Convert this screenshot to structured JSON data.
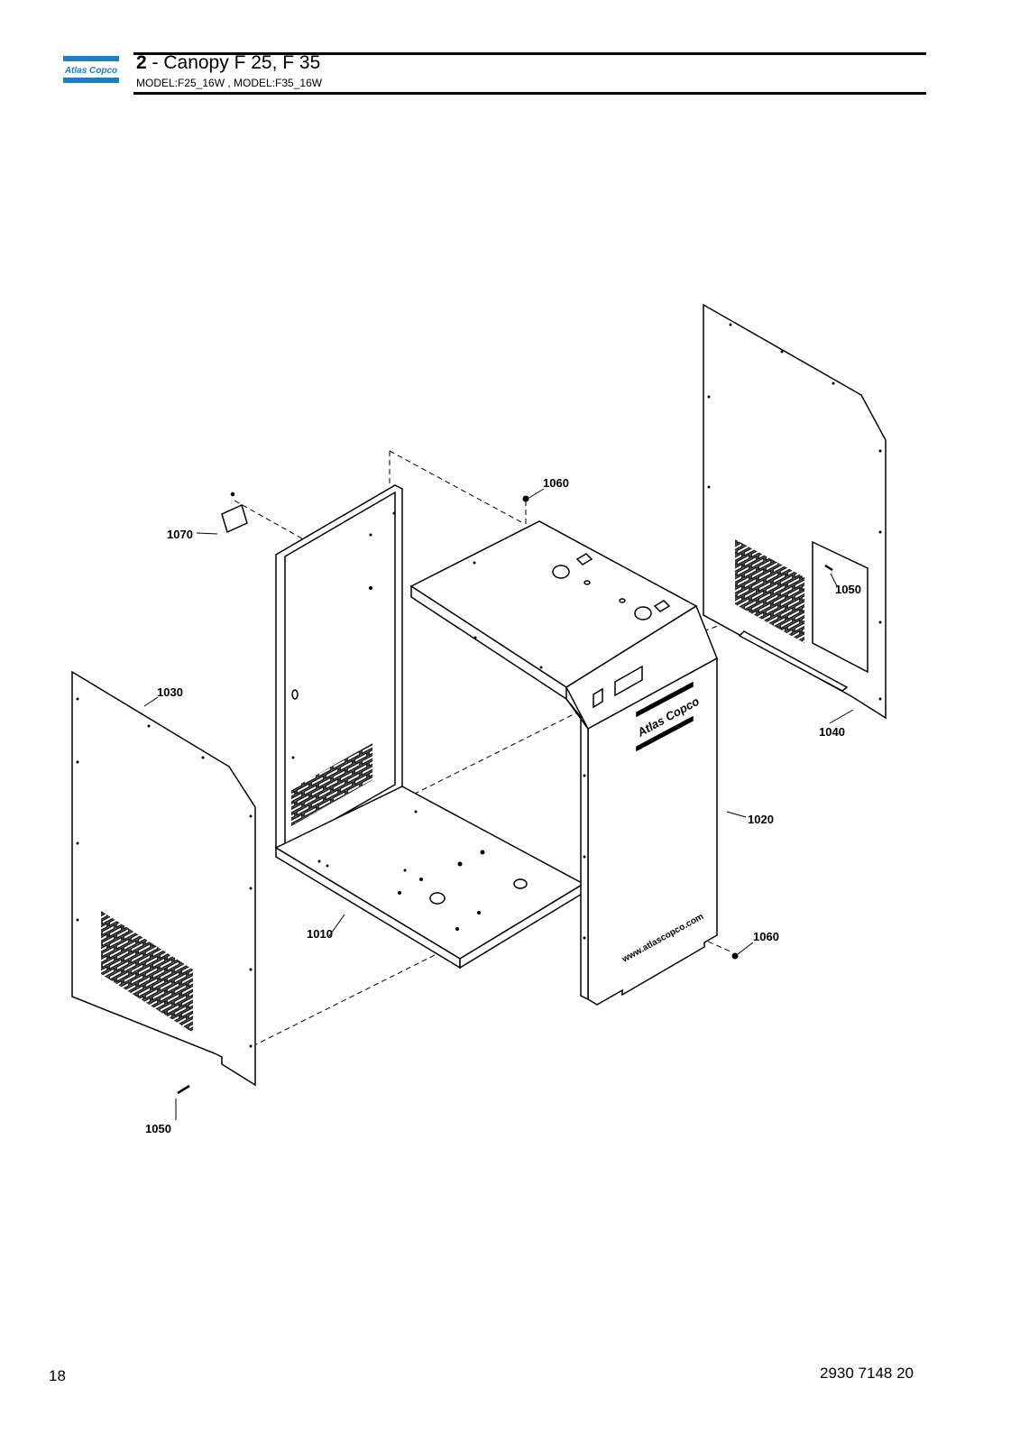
{
  "header": {
    "logo_text": "Atlas Copco",
    "section_number": "2",
    "section_title": " - Canopy F 25, F 35",
    "models": "MODEL:F25_16W , MODEL:F35_16W"
  },
  "diagram": {
    "callouts": {
      "c1010": "1010",
      "c1020": "1020",
      "c1030": "1030",
      "c1040": "1040",
      "c1050a": "1050",
      "c1050b": "1050",
      "c1060a": "1060",
      "c1060b": "1060",
      "c1070": "1070"
    },
    "panel_logo_text": "Atlas Copco",
    "panel_url_text": "www.atlascopco.com"
  },
  "footer": {
    "page_number": "18",
    "document_number": "2930 7148 20"
  },
  "colors": {
    "logo_blue": "#1b7fc1",
    "line": "#000000"
  }
}
